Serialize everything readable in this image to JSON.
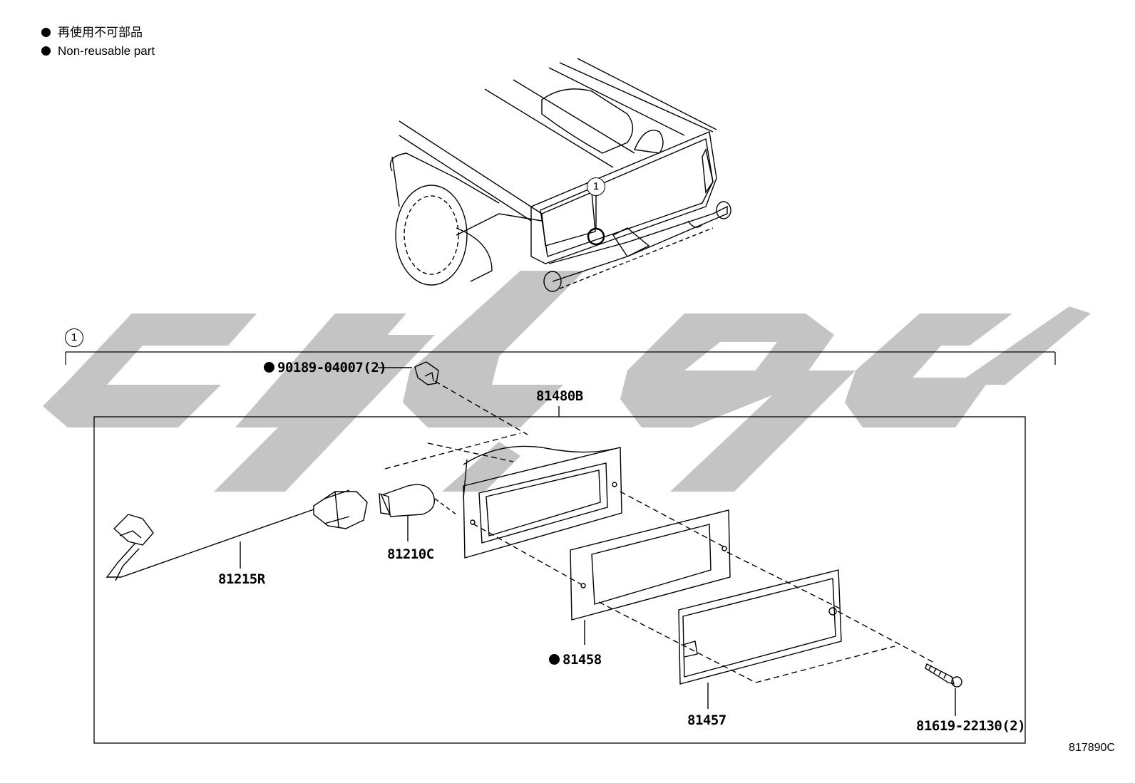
{
  "legend": {
    "jp": "再使用不可部品",
    "en": "Non-reusable part"
  },
  "callout": "1",
  "parts": {
    "clip": "90189-04007(2)",
    "assembly": "81480B",
    "socket_wire": "81215R",
    "bulb": "81210C",
    "gasket": "81458",
    "lens": "81457",
    "screw": "81619-22130(2)"
  },
  "illustration_code": "817890C",
  "watermark_color": "#c4c4c4",
  "non_reusable_marker": "black-dot"
}
